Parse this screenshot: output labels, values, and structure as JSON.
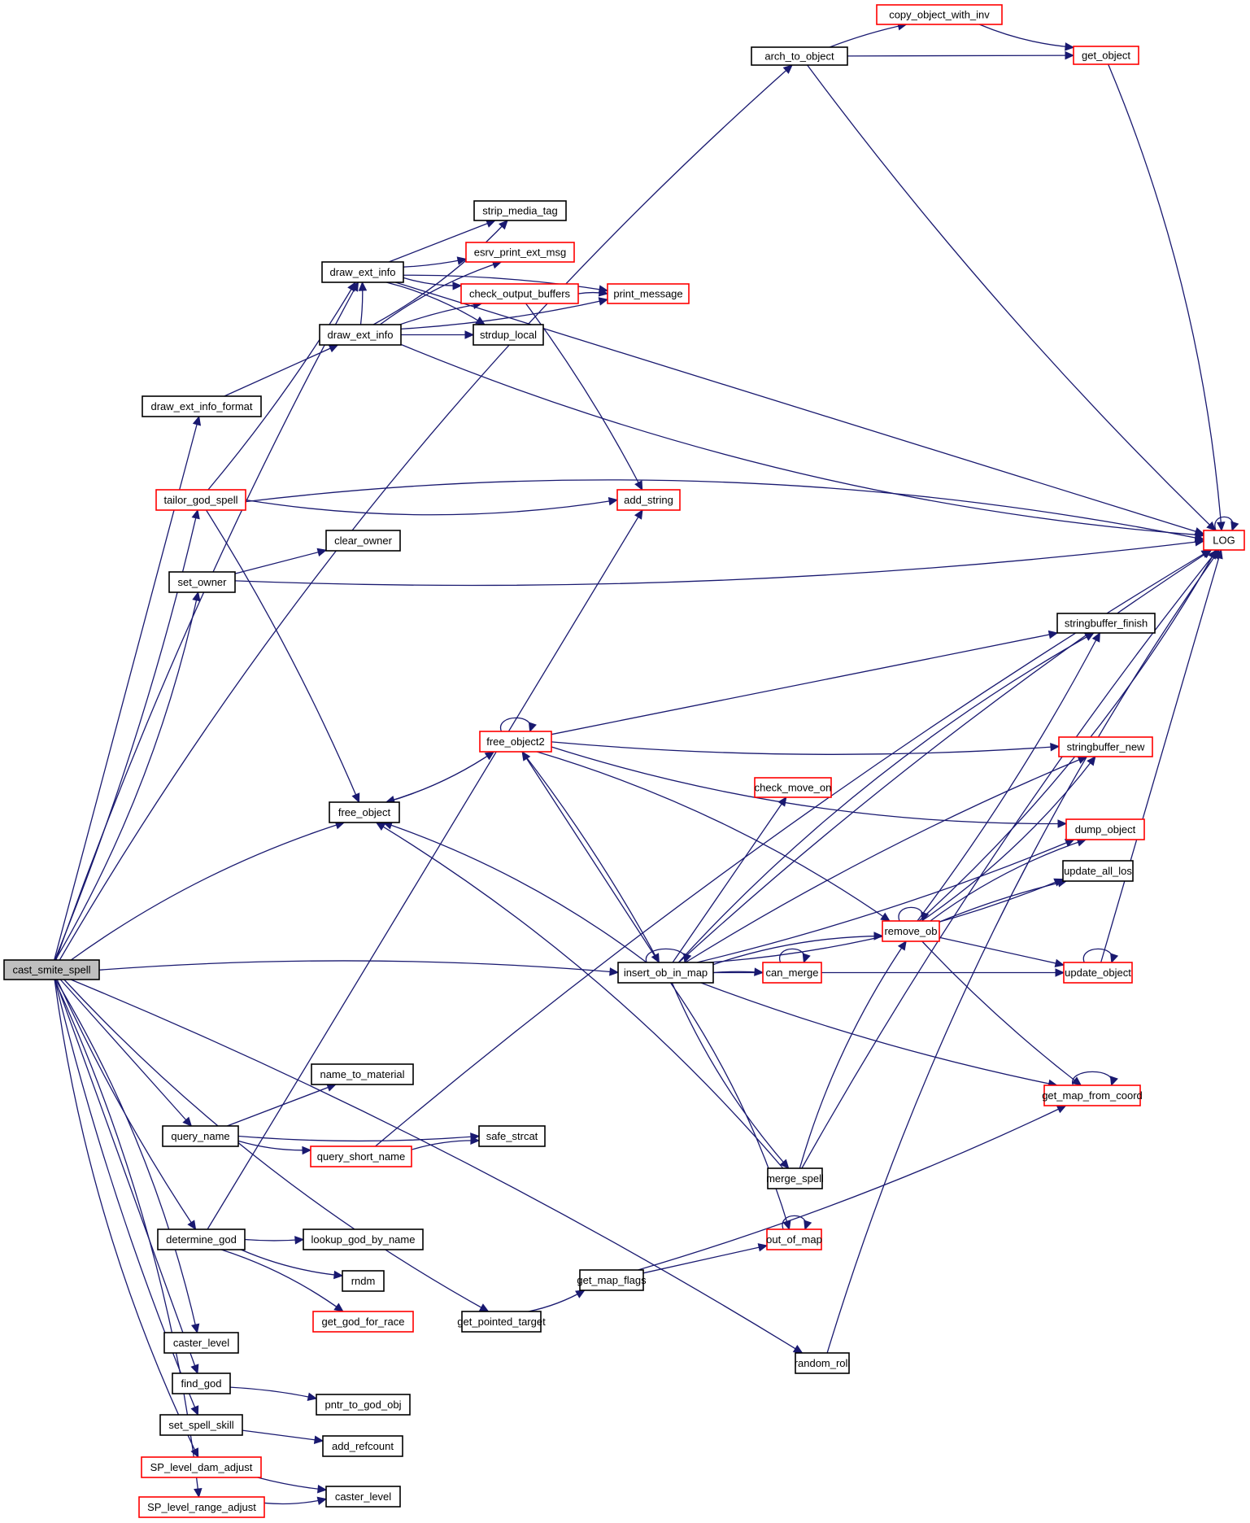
{
  "title": "cast_smite_spell call graph",
  "colors": {
    "edge": "#191970",
    "node_border_default": "#000000",
    "node_border_truncated": "#ff0000",
    "root_fill": "#bfbfbf",
    "node_fill": "#ffffff"
  },
  "nodes": {
    "cast_smite_spell": {
      "label": "cast_smite_spell",
      "style": "root"
    },
    "arch_to_object": {
      "label": "arch_to_object",
      "style": "normal"
    },
    "copy_object_with_inv": {
      "label": "copy_object_with_inv",
      "style": "truncated"
    },
    "get_object": {
      "label": "get_object",
      "style": "truncated"
    },
    "LOG": {
      "label": "LOG",
      "style": "truncated"
    },
    "strip_media_tag": {
      "label": "strip_media_tag",
      "style": "normal"
    },
    "draw_ext_info_a": {
      "label": "draw_ext_info",
      "style": "normal"
    },
    "esrv_print_ext_msg": {
      "label": "esrv_print_ext_msg",
      "style": "truncated"
    },
    "check_output_buffers": {
      "label": "check_output_buffers",
      "style": "truncated"
    },
    "print_message": {
      "label": "print_message",
      "style": "truncated"
    },
    "draw_ext_info_b": {
      "label": "draw_ext_info",
      "style": "normal"
    },
    "strdup_local": {
      "label": "strdup_local",
      "style": "normal"
    },
    "draw_ext_info_format": {
      "label": "draw_ext_info_format",
      "style": "normal"
    },
    "tailor_god_spell": {
      "label": "tailor_god_spell",
      "style": "truncated"
    },
    "add_string": {
      "label": "add_string",
      "style": "truncated"
    },
    "clear_owner": {
      "label": "clear_owner",
      "style": "normal"
    },
    "set_owner": {
      "label": "set_owner",
      "style": "normal"
    },
    "stringbuffer_finish": {
      "label": "stringbuffer_finish",
      "style": "normal"
    },
    "free_object2": {
      "label": "free_object2",
      "style": "truncated"
    },
    "stringbuffer_new": {
      "label": "stringbuffer_new",
      "style": "truncated"
    },
    "check_move_on": {
      "label": "check_move_on",
      "style": "truncated"
    },
    "free_object": {
      "label": "free_object",
      "style": "normal"
    },
    "dump_object": {
      "label": "dump_object",
      "style": "truncated"
    },
    "update_all_los": {
      "label": "update_all_los",
      "style": "normal"
    },
    "remove_ob": {
      "label": "remove_ob",
      "style": "truncated"
    },
    "insert_ob_in_map": {
      "label": "insert_ob_in_map",
      "style": "normal"
    },
    "can_merge": {
      "label": "can_merge",
      "style": "truncated"
    },
    "update_object": {
      "label": "update_object",
      "style": "truncated"
    },
    "name_to_material": {
      "label": "name_to_material",
      "style": "normal"
    },
    "get_map_from_coord": {
      "label": "get_map_from_coord",
      "style": "truncated"
    },
    "query_name": {
      "label": "query_name",
      "style": "normal"
    },
    "safe_strcat": {
      "label": "safe_strcat",
      "style": "normal"
    },
    "query_short_name": {
      "label": "query_short_name",
      "style": "truncated"
    },
    "merge_spell": {
      "label": "merge_spell",
      "style": "normal"
    },
    "determine_god": {
      "label": "determine_god",
      "style": "normal"
    },
    "lookup_god_by_name": {
      "label": "lookup_god_by_name",
      "style": "normal"
    },
    "out_of_map": {
      "label": "out_of_map",
      "style": "truncated"
    },
    "rndm": {
      "label": "rndm",
      "style": "normal"
    },
    "get_map_flags": {
      "label": "get_map_flags",
      "style": "normal"
    },
    "get_god_for_race": {
      "label": "get_god_for_race",
      "style": "truncated"
    },
    "get_pointed_target": {
      "label": "get_pointed_target",
      "style": "normal"
    },
    "caster_level_a": {
      "label": "caster_level",
      "style": "normal"
    },
    "random_roll": {
      "label": "random_roll",
      "style": "normal"
    },
    "find_god": {
      "label": "find_god",
      "style": "normal"
    },
    "pntr_to_god_obj": {
      "label": "pntr_to_god_obj",
      "style": "normal"
    },
    "set_spell_skill": {
      "label": "set_spell_skill",
      "style": "normal"
    },
    "add_refcount": {
      "label": "add_refcount",
      "style": "normal"
    },
    "SP_level_dam_adjust": {
      "label": "SP_level_dam_adjust",
      "style": "truncated"
    },
    "caster_level_b": {
      "label": "caster_level",
      "style": "normal"
    },
    "SP_level_range_adjust": {
      "label": "SP_level_range_adjust",
      "style": "truncated"
    }
  },
  "edges": [
    [
      "cast_smite_spell",
      "arch_to_object"
    ],
    [
      "cast_smite_spell",
      "draw_ext_info_a"
    ],
    [
      "cast_smite_spell",
      "draw_ext_info_format"
    ],
    [
      "cast_smite_spell",
      "tailor_god_spell"
    ],
    [
      "cast_smite_spell",
      "set_owner"
    ],
    [
      "cast_smite_spell",
      "free_object"
    ],
    [
      "cast_smite_spell",
      "insert_ob_in_map"
    ],
    [
      "cast_smite_spell",
      "query_name"
    ],
    [
      "cast_smite_spell",
      "determine_god"
    ],
    [
      "cast_smite_spell",
      "get_pointed_target"
    ],
    [
      "cast_smite_spell",
      "caster_level_a"
    ],
    [
      "cast_smite_spell",
      "random_roll"
    ],
    [
      "cast_smite_spell",
      "find_god"
    ],
    [
      "cast_smite_spell",
      "set_spell_skill"
    ],
    [
      "cast_smite_spell",
      "SP_level_dam_adjust"
    ],
    [
      "cast_smite_spell",
      "SP_level_range_adjust"
    ],
    [
      "arch_to_object",
      "copy_object_with_inv"
    ],
    [
      "arch_to_object",
      "get_object"
    ],
    [
      "arch_to_object",
      "LOG"
    ],
    [
      "copy_object_with_inv",
      "get_object"
    ],
    [
      "get_object",
      "LOG"
    ],
    [
      "LOG",
      "LOG"
    ],
    [
      "draw_ext_info_a",
      "strip_media_tag"
    ],
    [
      "draw_ext_info_a",
      "esrv_print_ext_msg"
    ],
    [
      "draw_ext_info_a",
      "check_output_buffers"
    ],
    [
      "draw_ext_info_a",
      "strdup_local"
    ],
    [
      "draw_ext_info_a",
      "print_message"
    ],
    [
      "draw_ext_info_a",
      "LOG"
    ],
    [
      "draw_ext_info_b",
      "draw_ext_info_a"
    ],
    [
      "draw_ext_info_b",
      "strip_media_tag"
    ],
    [
      "draw_ext_info_b",
      "esrv_print_ext_msg"
    ],
    [
      "draw_ext_info_b",
      "check_output_buffers"
    ],
    [
      "draw_ext_info_b",
      "strdup_local"
    ],
    [
      "draw_ext_info_b",
      "print_message"
    ],
    [
      "draw_ext_info_b",
      "LOG"
    ],
    [
      "check_output_buffers",
      "print_message"
    ],
    [
      "check_output_buffers",
      "add_string"
    ],
    [
      "draw_ext_info_format",
      "draw_ext_info_b"
    ],
    [
      "tailor_god_spell",
      "draw_ext_info_a"
    ],
    [
      "tailor_god_spell",
      "add_string"
    ],
    [
      "tailor_god_spell",
      "LOG"
    ],
    [
      "tailor_god_spell",
      "free_object"
    ],
    [
      "set_owner",
      "clear_owner"
    ],
    [
      "set_owner",
      "LOG"
    ],
    [
      "free_object",
      "free_object2"
    ],
    [
      "free_object2",
      "free_object"
    ],
    [
      "free_object2",
      "free_object2"
    ],
    [
      "free_object2",
      "stringbuffer_finish"
    ],
    [
      "free_object2",
      "stringbuffer_new"
    ],
    [
      "free_object2",
      "dump_object"
    ],
    [
      "free_object2",
      "remove_ob"
    ],
    [
      "free_object2",
      "insert_ob_in_map"
    ],
    [
      "insert_ob_in_map",
      "free_object2"
    ],
    [
      "insert_ob_in_map",
      "insert_ob_in_map"
    ],
    [
      "insert_ob_in_map",
      "free_object"
    ],
    [
      "insert_ob_in_map",
      "stringbuffer_finish"
    ],
    [
      "insert_ob_in_map",
      "stringbuffer_new"
    ],
    [
      "insert_ob_in_map",
      "check_move_on"
    ],
    [
      "insert_ob_in_map",
      "dump_object"
    ],
    [
      "insert_ob_in_map",
      "update_all_los"
    ],
    [
      "insert_ob_in_map",
      "remove_ob"
    ],
    [
      "insert_ob_in_map",
      "can_merge"
    ],
    [
      "insert_ob_in_map",
      "update_object"
    ],
    [
      "insert_ob_in_map",
      "get_map_from_coord"
    ],
    [
      "insert_ob_in_map",
      "merge_spell"
    ],
    [
      "insert_ob_in_map",
      "out_of_map"
    ],
    [
      "insert_ob_in_map",
      "LOG"
    ],
    [
      "remove_ob",
      "remove_ob"
    ],
    [
      "remove_ob",
      "stringbuffer_finish"
    ],
    [
      "remove_ob",
      "stringbuffer_new"
    ],
    [
      "remove_ob",
      "dump_object"
    ],
    [
      "remove_ob",
      "update_all_los"
    ],
    [
      "remove_ob",
      "update_object"
    ],
    [
      "remove_ob",
      "get_map_from_coord"
    ],
    [
      "remove_ob",
      "LOG"
    ],
    [
      "can_merge",
      "can_merge"
    ],
    [
      "update_object",
      "update_object"
    ],
    [
      "update_object",
      "LOG"
    ],
    [
      "get_map_from_coord",
      "get_map_from_coord"
    ],
    [
      "merge_spell",
      "free_object"
    ],
    [
      "merge_spell",
      "remove_ob"
    ],
    [
      "merge_spell",
      "LOG"
    ],
    [
      "query_name",
      "name_to_material"
    ],
    [
      "query_name",
      "safe_strcat"
    ],
    [
      "query_name",
      "query_short_name"
    ],
    [
      "query_short_name",
      "safe_strcat"
    ],
    [
      "query_short_name",
      "LOG"
    ],
    [
      "determine_god",
      "add_string"
    ],
    [
      "determine_god",
      "lookup_god_by_name"
    ],
    [
      "determine_god",
      "rndm"
    ],
    [
      "determine_god",
      "get_god_for_race"
    ],
    [
      "out_of_map",
      "out_of_map"
    ],
    [
      "get_map_flags",
      "out_of_map"
    ],
    [
      "get_map_flags",
      "get_map_from_coord"
    ],
    [
      "get_pointed_target",
      "get_map_flags"
    ],
    [
      "random_roll",
      "LOG"
    ],
    [
      "find_god",
      "pntr_to_god_obj"
    ],
    [
      "set_spell_skill",
      "add_refcount"
    ],
    [
      "SP_level_dam_adjust",
      "caster_level_b"
    ],
    [
      "SP_level_range_adjust",
      "caster_level_b"
    ]
  ]
}
